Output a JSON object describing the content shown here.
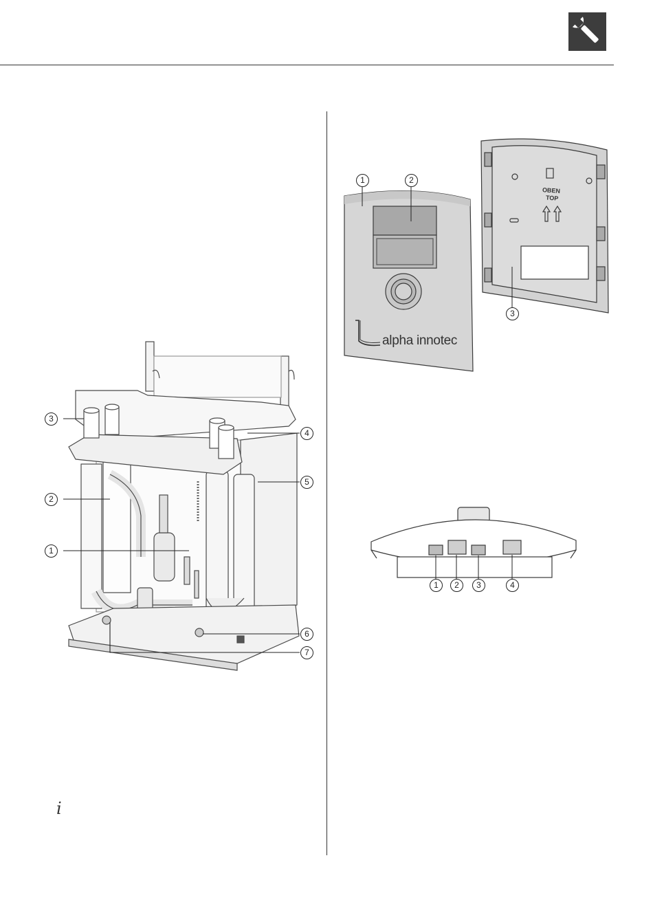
{
  "header": {
    "icon": "wrench-icon"
  },
  "left_figure": {
    "callouts": [
      "1",
      "2",
      "3",
      "4",
      "5",
      "6",
      "7"
    ]
  },
  "control_panel": {
    "callouts": [
      "1",
      "2",
      "3"
    ],
    "brand": "alpha innotec",
    "wall_mount_text_1": "OBEN",
    "wall_mount_text_2": "TOP"
  },
  "connector_figure": {
    "callouts": [
      "1",
      "2",
      "3",
      "4"
    ]
  },
  "info_note": {
    "icon": "info-icon",
    "glyph": "i"
  }
}
